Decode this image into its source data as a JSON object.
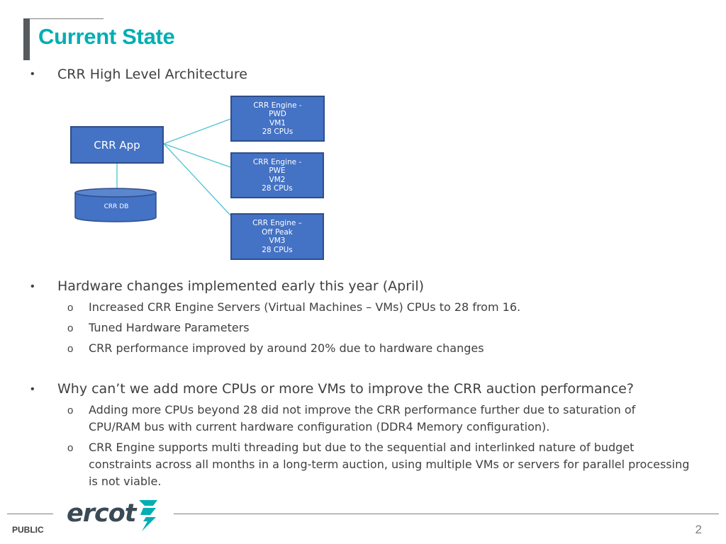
{
  "slide": {
    "title": "Current State",
    "bullet_intro": "CRR High Level Architecture",
    "diagram": {
      "app_label": "CRR App",
      "db_label": "CRR DB",
      "engines": [
        {
          "lines": [
            "CRR Engine -",
            "PWD",
            "VM1",
            "28 CPUs"
          ]
        },
        {
          "lines": [
            "CRR Engine -",
            "PWE",
            "VM2",
            "28 CPUs"
          ]
        },
        {
          "lines": [
            "CRR Engine –",
            "Off Peak",
            "VM3",
            "28 CPUs"
          ]
        }
      ],
      "colors": {
        "box_fill": "#4472c4",
        "box_border": "#2f4e8a",
        "connector": "#4fc3cf"
      }
    },
    "bullet_hw": "Hardware changes implemented early this year (April)",
    "hw_items": [
      "Increased CRR Engine Servers (Virtual Machines – VMs) CPUs to 28 from 16.",
      "Tuned Hardware Parameters",
      "CRR performance improved by around 20% due to hardware changes"
    ],
    "bullet_why": "Why can’t we add more CPUs or more VMs to improve the CRR auction performance?",
    "why_item1_line1": "Adding more CPUs beyond 28 did not improve the CRR performance further due to saturation of",
    "why_item1_line2": "CPU/RAM bus with current hardware configuration (DDR4 Memory configuration).",
    "why_item2_line1": "CRR Engine supports multi threading but due to the sequential and interlinked nature of budget",
    "why_item2_line2": "constraints across all months in a long-term auction, using multiple VMs or servers for parallel processing",
    "why_item2_line3": "is not viable.",
    "bullet_symbol": "•",
    "sub_bullet_symbol": "o"
  },
  "footer": {
    "logo_text": "ercot",
    "classification": "PUBLIC",
    "page_number": "2"
  },
  "colors": {
    "title": "#00aeb3",
    "text": "#404040",
    "logo": "#3a4a55",
    "logo_accent": "#00aeb3"
  }
}
